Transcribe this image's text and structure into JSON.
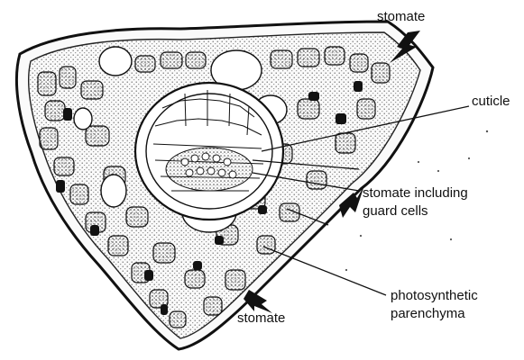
{
  "figure": {
    "labels": {
      "stomate_top": "stomate",
      "cuticle": "cuticle",
      "stomate_guard_line1": "stomate including",
      "stomate_guard_line2": "guard cells",
      "photosynthetic_line1": "photosynthetic",
      "photosynthetic_line2": "parenchyma",
      "stomate_bottom": "stomate"
    },
    "colors": {
      "ink": "#111111",
      "background": "#ffffff",
      "stipple": "#777777"
    }
  }
}
